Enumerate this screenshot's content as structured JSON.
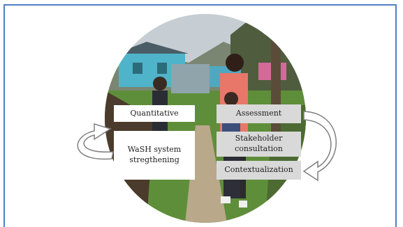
{
  "diagram": {
    "left_boxes": [
      {
        "label": "Quantitative"
      },
      {
        "label": "WaSH system stregthening"
      }
    ],
    "right_boxes": [
      {
        "label": "Assessment"
      },
      {
        "label": "Stakeholder consultation"
      },
      {
        "label": "Contextualization"
      }
    ],
    "colors": {
      "frame": "#4f7ec9",
      "left_box_fill": "#ffffff",
      "right_box_fill": "#d9d9d9",
      "arrow_fill": "#ffffff",
      "arrow_stroke": "#7f7f7f"
    },
    "photo": {
      "icon": "village-photo"
    }
  }
}
